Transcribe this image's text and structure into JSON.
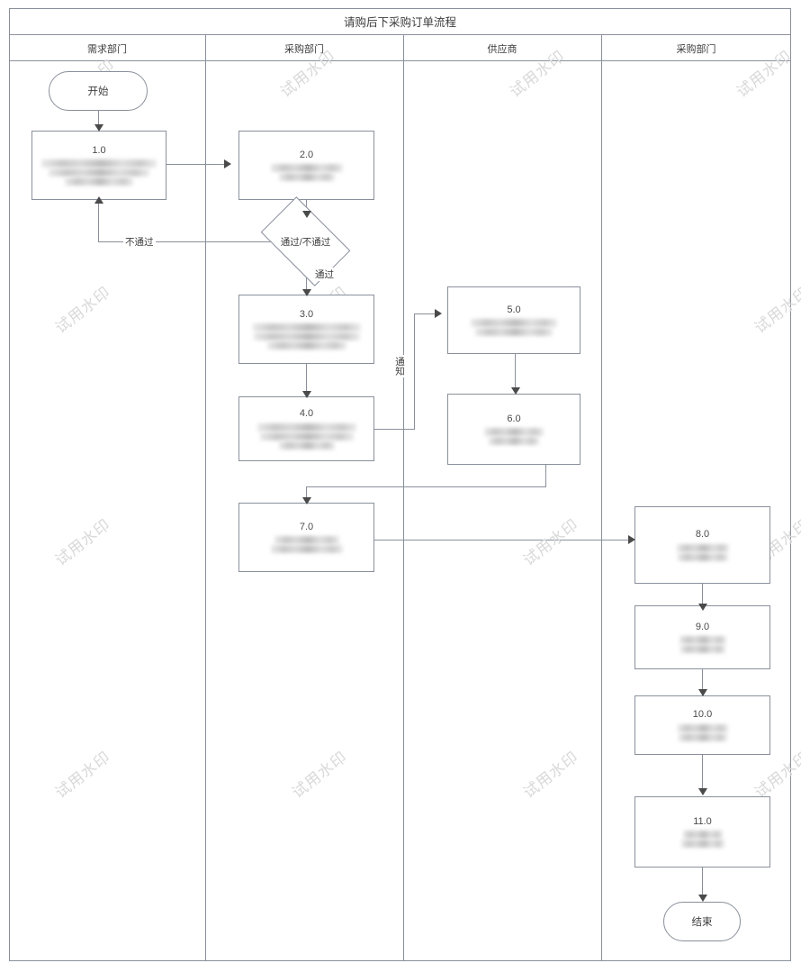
{
  "diagram": {
    "title": "请购后下采购订单流程",
    "watermark_text": "试用水印",
    "lanes": [
      {
        "label": "需求部门"
      },
      {
        "label": "采购部门"
      },
      {
        "label": "供应商"
      },
      {
        "label": "采购部门"
      }
    ]
  },
  "nodes": {
    "start": {
      "label": "开始"
    },
    "end": {
      "label": "结束"
    },
    "decision": {
      "label": "通过/不通过"
    },
    "n1": {
      "num": "1.0",
      "label": ""
    },
    "n2": {
      "num": "2.0",
      "label": ""
    },
    "n3": {
      "num": "3.0",
      "label": ""
    },
    "n4": {
      "num": "4.0",
      "label": ""
    },
    "n5": {
      "num": "5.0",
      "label": ""
    },
    "n6": {
      "num": "6.0",
      "label": ""
    },
    "n7": {
      "num": "7.0",
      "label": ""
    },
    "n8": {
      "num": "8.0",
      "label": ""
    },
    "n9": {
      "num": "9.0",
      "label": ""
    },
    "n10": {
      "num": "10.0",
      "label": ""
    },
    "n11": {
      "num": "11.0",
      "label": ""
    }
  },
  "edge_labels": {
    "fail": "不通过",
    "pass": "通过",
    "notify": "通知"
  }
}
